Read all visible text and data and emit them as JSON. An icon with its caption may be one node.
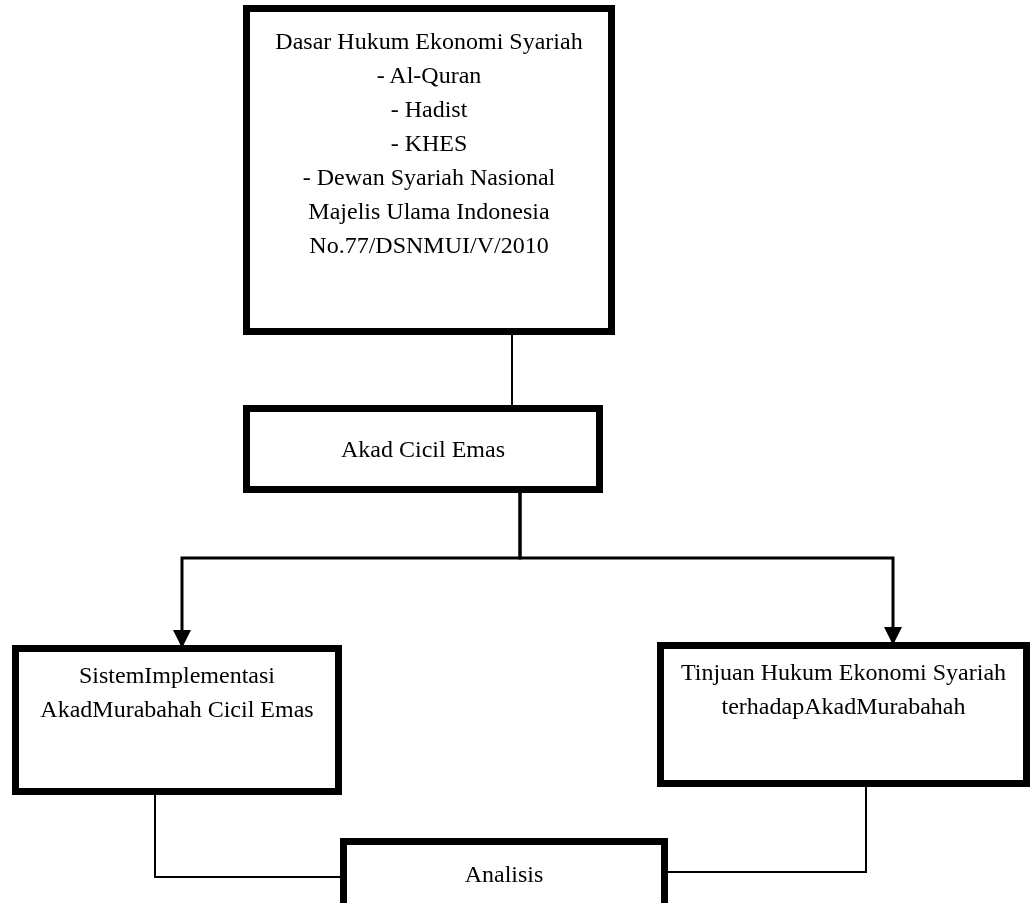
{
  "diagram": {
    "nodes": [
      {
        "text": [
          "Dasar Hukum Ekonomi  Syariah",
          "- Al-Quran",
          "- Hadist",
          "- KHES",
          "- Dewan Syariah Nasional Majelis Ulama Indonesia No.77/DSNMUI/V/2010"
        ]
      },
      {
        "text": [
          "Akad Cicil Emas"
        ]
      },
      {
        "text": [
          "SistemImplementasi AkadMurabahah Cicil Emas"
        ]
      },
      {
        "text": [
          "Tinjuan Hukum Ekonomi Syariah terhadapAkadMurabahah"
        ]
      },
      {
        "text": [
          "Analisis"
        ]
      }
    ],
    "edges": [
      {
        "from": 0,
        "to": 1,
        "arrow": "none"
      },
      {
        "from": 1,
        "to": 2,
        "arrow": "to"
      },
      {
        "from": 1,
        "to": 3,
        "arrow": "to"
      },
      {
        "from": 2,
        "to": 4,
        "arrow": "none"
      },
      {
        "from": 3,
        "to": 4,
        "arrow": "none"
      }
    ]
  }
}
